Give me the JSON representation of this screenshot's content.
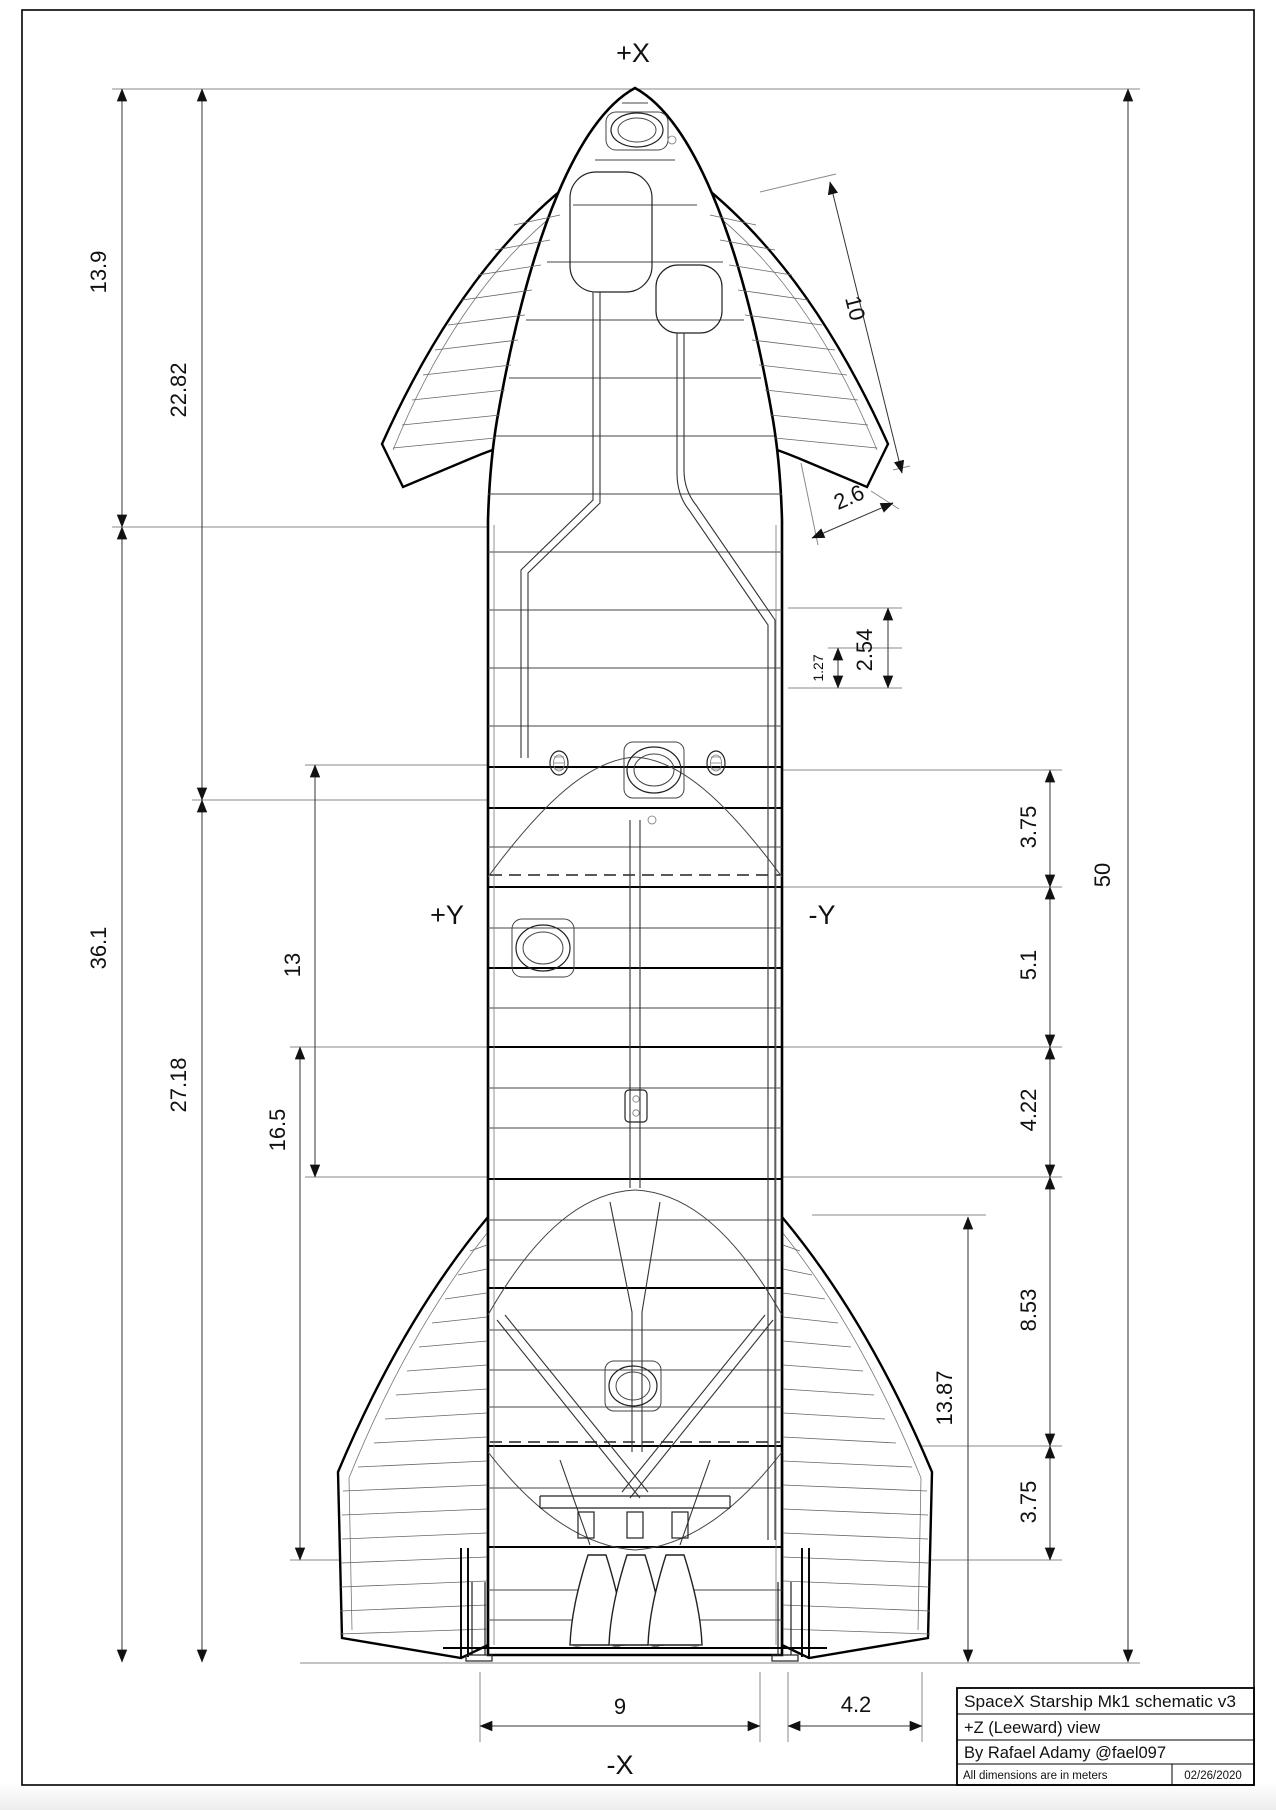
{
  "axes": {
    "top": "+X",
    "bottom": "-X",
    "left": "+Y",
    "right": "-Y"
  },
  "dims": {
    "nose_section": "13.9",
    "upper_section": "22.82",
    "lower_section": "36.1",
    "tank_section": "27.18",
    "mid_tank": "13",
    "lower_tank": "16.5",
    "seg_top": "3.75",
    "seg_2": "5.1",
    "seg_3": "4.22",
    "seg_4": "8.53",
    "seg_bottom": "3.75",
    "fin_height": "13.87",
    "total_height": "50",
    "ring_pitch": "2.54",
    "half_ring_pitch": "1.27",
    "canard_length": "10",
    "canard_tip_chord": "2.6",
    "base_width": "9",
    "fin_overhang": "4.2"
  },
  "title_block": {
    "title": "SpaceX Starship Mk1 schematic v3",
    "view": "+Z (Leeward) view",
    "author": "By Rafael Adamy @fael097",
    "note": "All dimensions are in meters",
    "date": "02/26/2020"
  },
  "colors": {
    "ink": "#000000",
    "dimension_lines": "#333333",
    "extension_lines": "#8a8a8a",
    "paper": "#ffffff"
  }
}
